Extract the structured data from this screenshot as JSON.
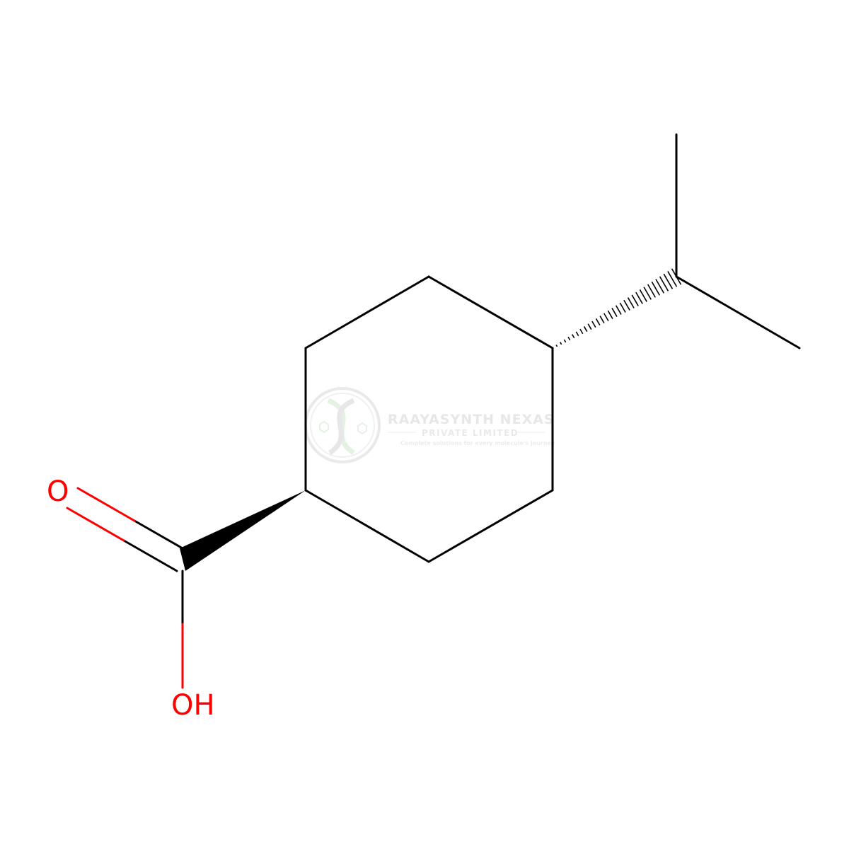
{
  "molecule": {
    "atoms": {
      "carbonyl_oxygen": "O",
      "hydroxyl": "OH"
    }
  },
  "watermark": {
    "company": "RAAYASYNTH NEXAS",
    "subtitle": "PRIVATE LIMITED",
    "tagline": "Complete solutions for every molecule's journey"
  },
  "colors": {
    "bond": "#000000",
    "heteroatom": "#ff0000",
    "watermark": "#dcdcdc"
  }
}
